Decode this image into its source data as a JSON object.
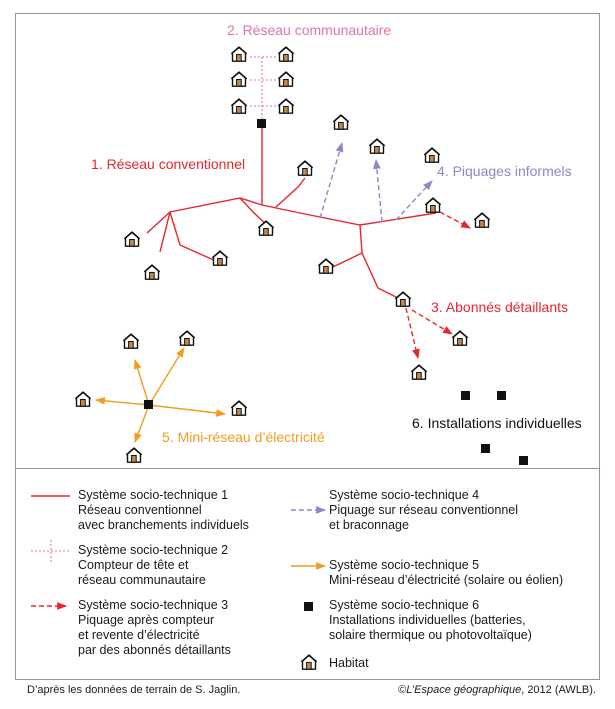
{
  "colors": {
    "red": "#e8262d",
    "pink": "#e372b0",
    "lavender": "#8e86c6",
    "orange": "#f39c1f",
    "black": "#111111",
    "house_fill": "#c8874a"
  },
  "labels": {
    "communautaire": "2. Réseau communautaire",
    "conventionnel": "1. Réseau conventionnel",
    "informels": "4. Piquages informels",
    "detaillants": "3. Abonnés détaillants",
    "mini_reseau": "5. Mini-réseau d’électricité",
    "individuelles": "6. Installations individuelles"
  },
  "legend": {
    "s1": [
      "Système socio-technique 1",
      "Réseau conventionnel",
      "avec branchements individuels"
    ],
    "s2": [
      "Système socio-technique 2",
      "Compteur de tête et",
      "réseau communautaire"
    ],
    "s3": [
      "Système socio-technique 3",
      "Piquage après compteur",
      "et revente d’électricité",
      "par des abonnés détaillants"
    ],
    "s4": [
      "Système socio-technique 4",
      "Piquage sur réseau conventionnel",
      "et braconnage"
    ],
    "s5": [
      "Système socio-technique 5",
      "Mini-réseau d’électricité (solaire ou éolien)"
    ],
    "s6": [
      "Système socio-technique 6",
      "Installations individuelles (batteries,",
      "solaire thermique ou photovoltaïque)"
    ],
    "habitat": "Habitat"
  },
  "footer": {
    "source": "D’après les données de terrain de S. Jaglin.",
    "copyright_mark": "©",
    "publication": "L’Espace géographique",
    "year_credit": ", 2012 (AWLB)."
  },
  "icons": {
    "house": "house-icon",
    "meter": "meter-square-icon"
  }
}
